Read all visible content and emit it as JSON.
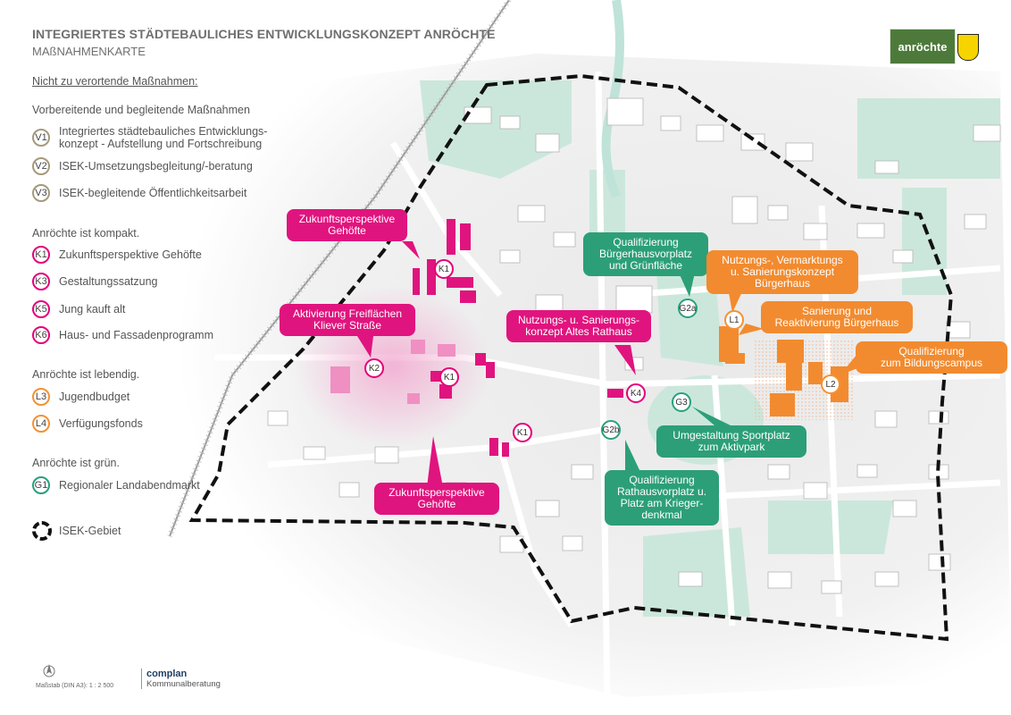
{
  "header": {
    "title": "INTEGRIERTES STÄDTEBAULICHES ENTWICKLUNGSKONZEPT ANRÖCHTE",
    "subtitle": "MAßNAHMENKARTE"
  },
  "legend": {
    "not_localized_heading": "Nicht zu verortende Maßnahmen:",
    "groups": [
      {
        "heading": "Vorbereitende und begleitende Maßnahmen",
        "items": [
          {
            "code": "V1",
            "label": "Integriertes städtebauliches Entwicklungs-\nkonzept - Aufstellung und Fortschreibung"
          },
          {
            "code": "V2",
            "label": "ISEK-Umsetzungsbegleitung/-beratung"
          },
          {
            "code": "V3",
            "label": "ISEK-begleitende Öffentlichkeitsarbeit"
          }
        ]
      },
      {
        "heading": "Anröchte ist kompakt.",
        "items": [
          {
            "code": "K1",
            "label": "Zukunftsperspektive Gehöfte"
          },
          {
            "code": "K3",
            "label": "Gestaltungssatzung"
          },
          {
            "code": "K5",
            "label": "Jung kauft alt"
          },
          {
            "code": "K6",
            "label": "Haus- und Fassadenprogramm"
          }
        ]
      },
      {
        "heading": "Anröchte ist lebendig.",
        "items": [
          {
            "code": "L3",
            "label": "Jugendbudget"
          },
          {
            "code": "L4",
            "label": "Verfügungsfonds"
          }
        ]
      },
      {
        "heading": "Anröchte ist grün.",
        "items": [
          {
            "code": "G1",
            "label": "Regionaler Landabendmarkt"
          }
        ]
      }
    ],
    "isek_label": "ISEK-Gebiet"
  },
  "logo": {
    "text": "anröchte"
  },
  "callouts": {
    "c1": "Zukunftsperspektive\nGehöfte",
    "c2": "Aktivierung Freiflächen\nKliever Straße",
    "c3": "Zukunftsperspektive\nGehöfte",
    "c4": "Nutzungs- u. Sanierungs-\nkonzept Altes Rathaus",
    "c5": "Qualifizierung\nBürgerhausvorplatz\nund Grünfläche",
    "c6": "Nutzungs-, Vermarktungs\nu. Sanierungskonzept\nBürgerhaus",
    "c7": "Sanierung und\nReaktivierung Bürgerhaus",
    "c8": "Qualifizierung\nzum Bildungscampus",
    "c9": "Umgestaltung Sportplatz\nzum Aktivpark",
    "c10": "Qualifizierung\nRathausvorplatz u.\nPlatz am Krieger-\ndenkmal"
  },
  "markers": {
    "m1": "K1",
    "m2": "K2",
    "m3": "K1",
    "m4": "K1",
    "m5": "K4",
    "m6": "G2a",
    "m7": "L1",
    "m8": "L2",
    "m9": "G3",
    "m10": "G2b"
  },
  "footer": {
    "scale": "Maßstab (DIN A3): 1 : 2 500",
    "brand": "complan",
    "brand_sub": "Kommunalberatung"
  },
  "colors": {
    "pink": "#e0147e",
    "orange": "#f28b2f",
    "green": "#2c9f78",
    "green_area": "#c9e6da",
    "boundary": "#111111"
  }
}
